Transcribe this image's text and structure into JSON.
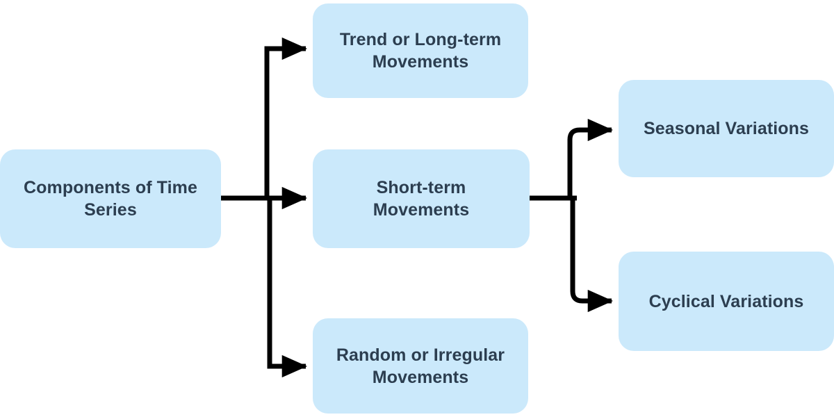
{
  "diagram": {
    "title": "Components of Time Series",
    "type": "hierarchy-flowchart",
    "background_color": "#ffffff",
    "node_fill_color": "#cbe9fb",
    "node_text_color": "#2c3e50",
    "connector_color": "#000000",
    "nodes": [
      {
        "id": "root",
        "label": "Components of Time\nSeries",
        "level": 0
      },
      {
        "id": "trend",
        "label": "Trend or Long-term\nMovements",
        "level": 1
      },
      {
        "id": "short",
        "label": "Short-term\nMovements",
        "level": 1
      },
      {
        "id": "random",
        "label": "Random or Irregular\nMovements",
        "level": 1
      },
      {
        "id": "seasonal",
        "label": "Seasonal Variations",
        "level": 2
      },
      {
        "id": "cyclical",
        "label": "Cyclical Variations",
        "level": 2
      }
    ],
    "edges": [
      {
        "from": "root",
        "to": "trend"
      },
      {
        "from": "root",
        "to": "short"
      },
      {
        "from": "root",
        "to": "random"
      },
      {
        "from": "short",
        "to": "seasonal"
      },
      {
        "from": "short",
        "to": "cyclical"
      }
    ]
  }
}
